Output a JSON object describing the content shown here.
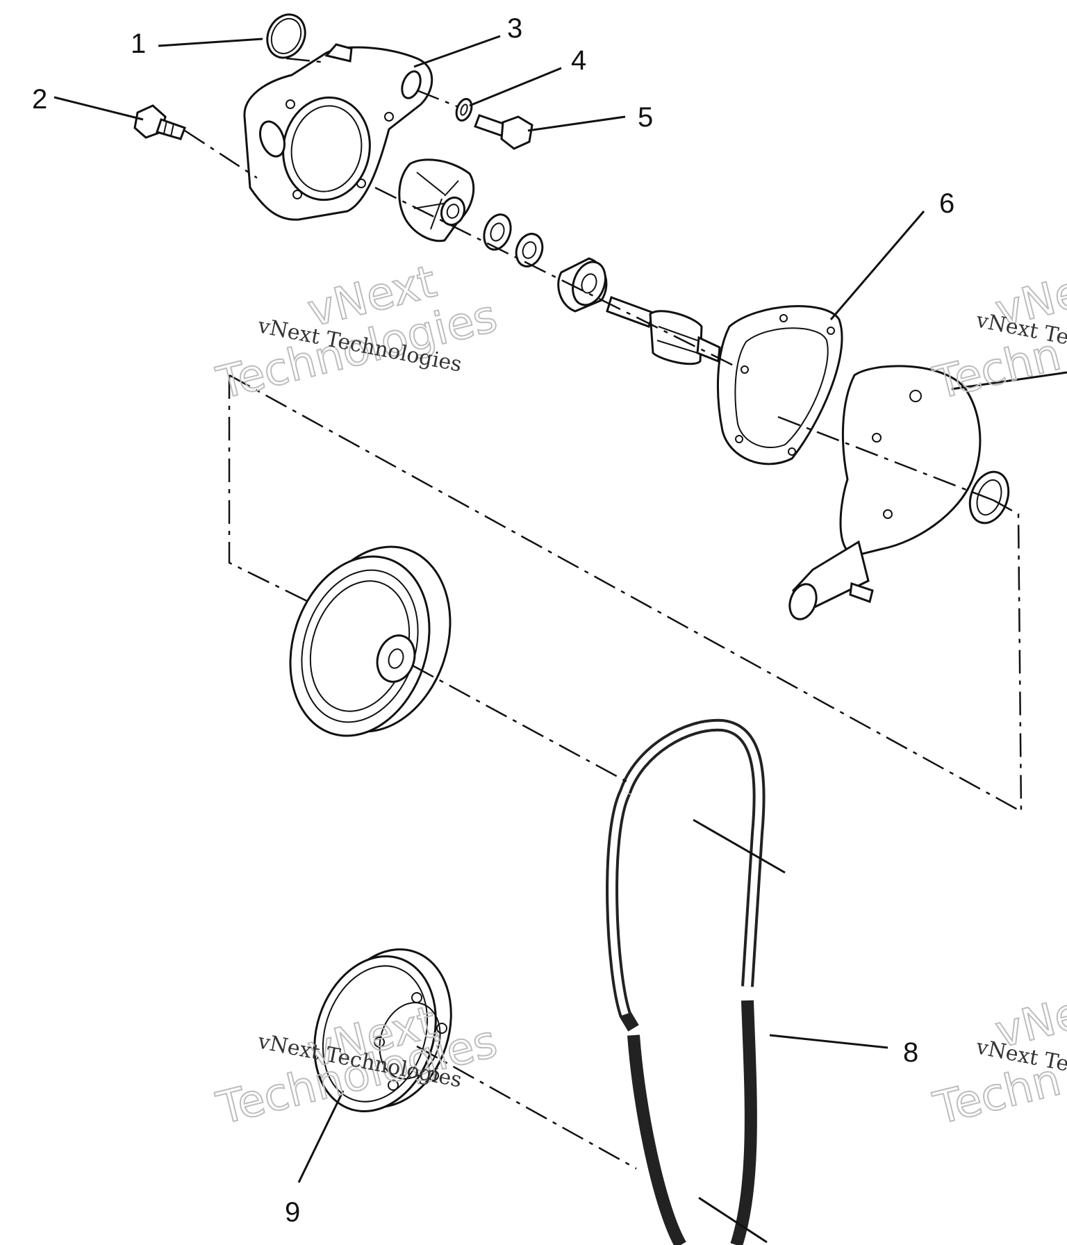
{
  "callouts": [
    {
      "id": "c1",
      "label": "1"
    },
    {
      "id": "c2",
      "label": "2"
    },
    {
      "id": "c3",
      "label": "3"
    },
    {
      "id": "c4",
      "label": "4"
    },
    {
      "id": "c5",
      "label": "5"
    },
    {
      "id": "c6",
      "label": "6"
    },
    {
      "id": "c8",
      "label": "8"
    },
    {
      "id": "c9",
      "label": "9"
    }
  ],
  "watermark": {
    "text": "vNext Technologies",
    "big_line1": "vNext",
    "big_line2": "Technologies",
    "partial_small": "vNext Te",
    "partial_big1": "vNe",
    "partial_big2": "Techn"
  }
}
